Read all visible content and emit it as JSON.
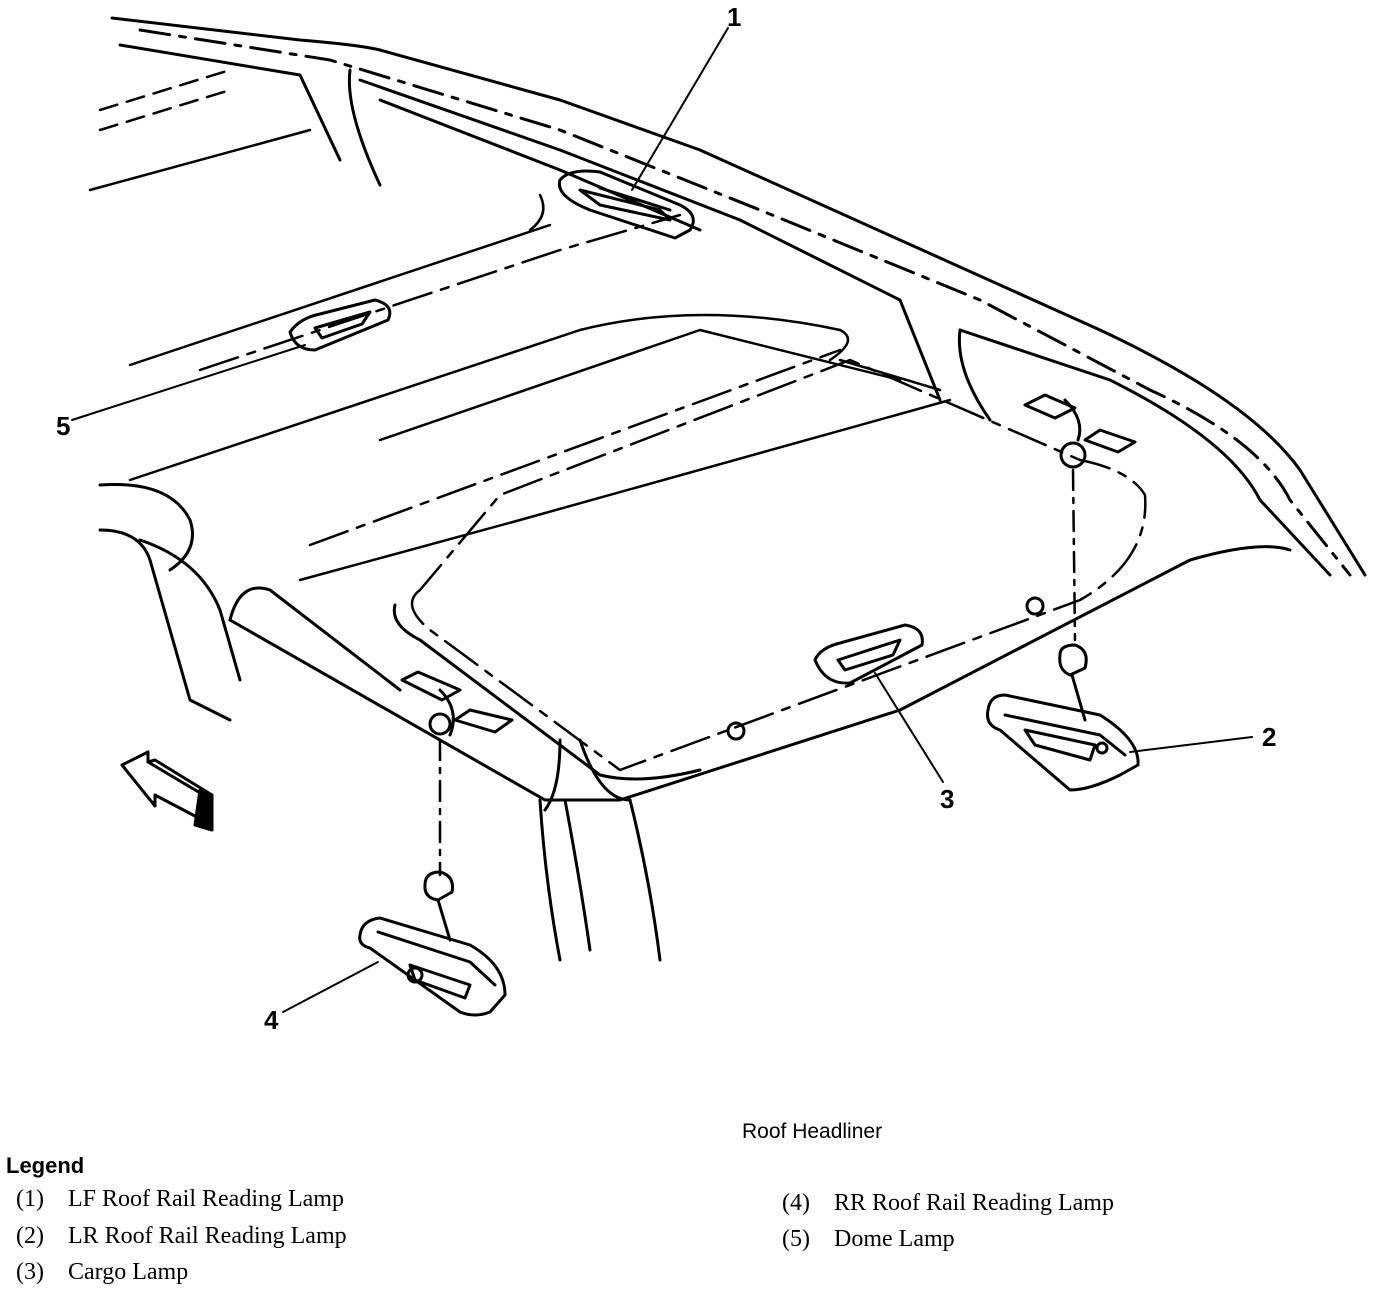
{
  "diagram": {
    "callouts": [
      "1",
      "2",
      "3",
      "4",
      "5"
    ],
    "caption": "Roof Headliner",
    "legend_title": "Legend",
    "legend": [
      {
        "number": "(1)",
        "label": "LF Roof Rail Reading Lamp"
      },
      {
        "number": "(2)",
        "label": "LR Roof Rail Reading Lamp"
      },
      {
        "number": "(3)",
        "label": "Cargo Lamp"
      },
      {
        "number": "(4)",
        "label": "RR Roof Rail Reading Lamp"
      },
      {
        "number": "(5)",
        "label": "Dome Lamp"
      }
    ]
  }
}
